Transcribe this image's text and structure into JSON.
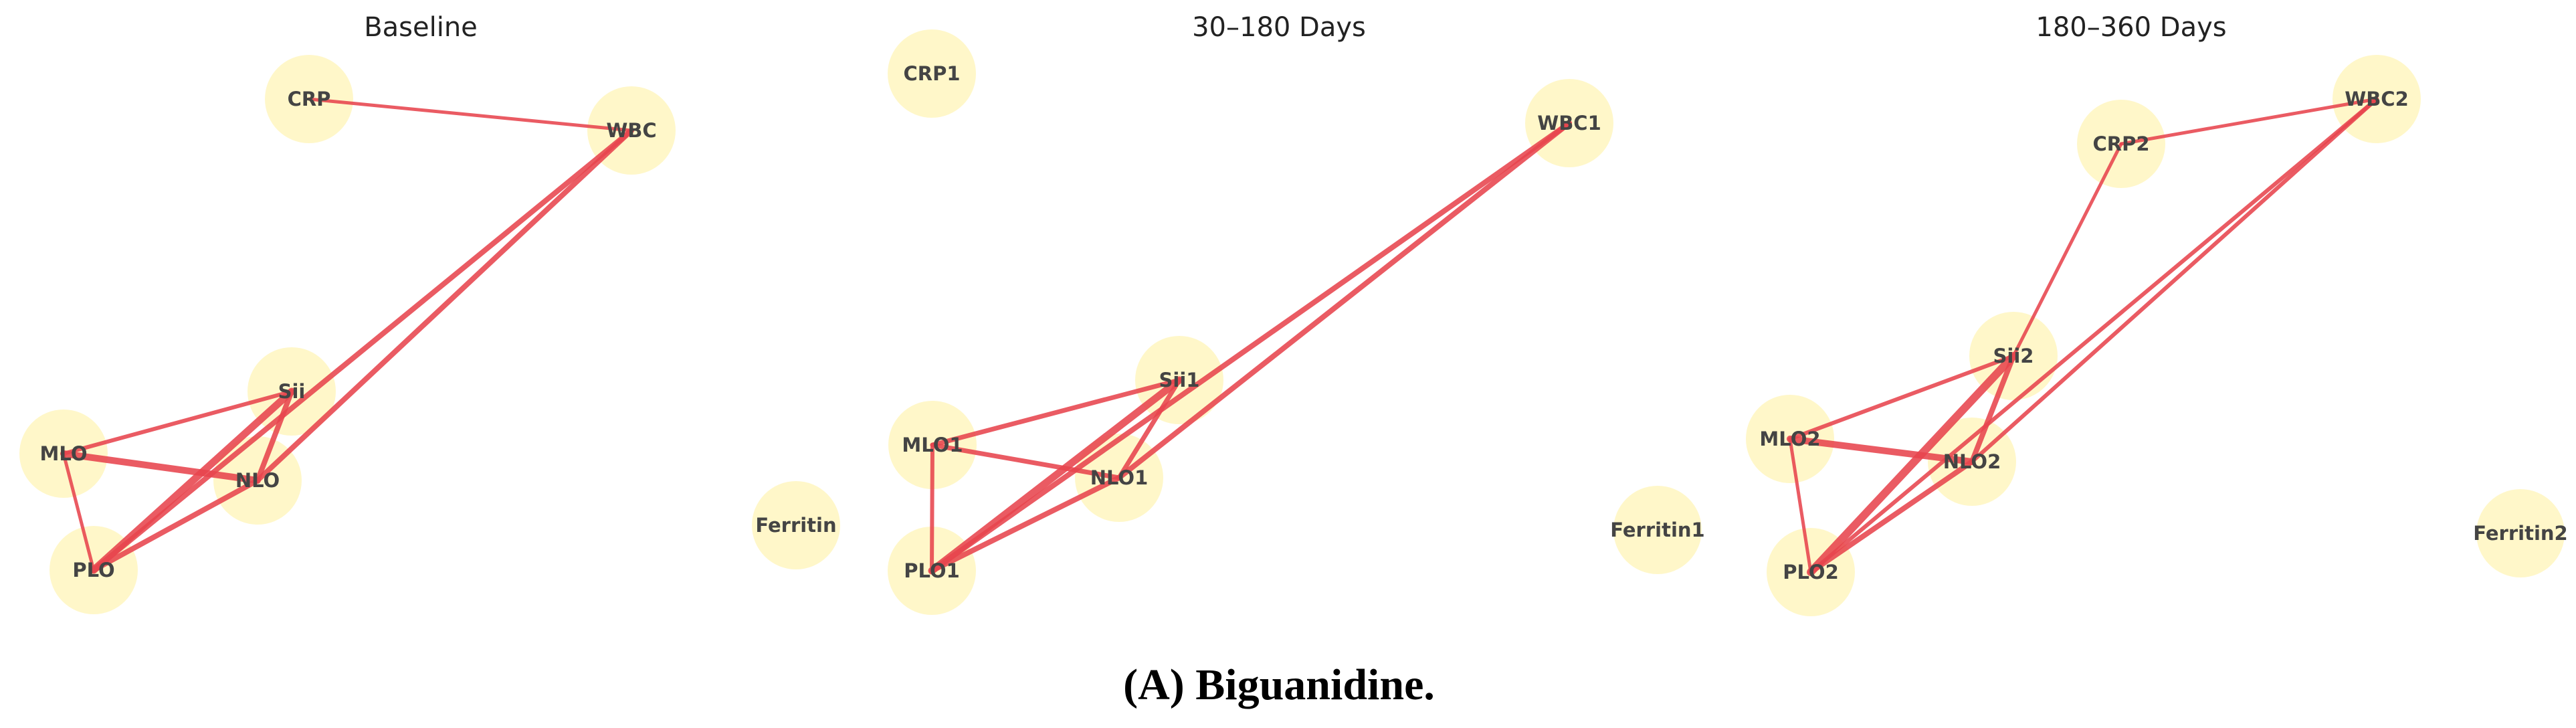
{
  "caption": "(A) Biguanidine.",
  "colors": {
    "node_fill": "#fff7c9",
    "edge": "#e8454e",
    "label": "#444444"
  },
  "panels": [
    {
      "title": "Baseline",
      "nodes": [
        "CRP",
        "WBC",
        "Sii",
        "MLO",
        "NLO",
        "PLO",
        "Ferritin"
      ],
      "edges": [
        [
          "CRP",
          "WBC"
        ],
        [
          "WBC",
          "PLO"
        ],
        [
          "WBC",
          "NLO"
        ],
        [
          "MLO",
          "Sii"
        ],
        [
          "MLO",
          "NLO"
        ],
        [
          "MLO",
          "PLO"
        ],
        [
          "Sii",
          "PLO"
        ],
        [
          "Sii",
          "NLO"
        ],
        [
          "NLO",
          "PLO"
        ]
      ]
    },
    {
      "title": "30–180 Days",
      "nodes": [
        "CRP1",
        "WBC1",
        "Sii1",
        "MLO1",
        "NLO1",
        "PLO1",
        "Ferritin1"
      ],
      "edges": [
        [
          "WBC1",
          "PLO1"
        ],
        [
          "WBC1",
          "NLO1"
        ],
        [
          "MLO1",
          "Sii1"
        ],
        [
          "MLO1",
          "NLO1"
        ],
        [
          "MLO1",
          "PLO1"
        ],
        [
          "Sii1",
          "PLO1"
        ],
        [
          "Sii1",
          "NLO1"
        ],
        [
          "NLO1",
          "PLO1"
        ]
      ]
    },
    {
      "title": "180–360 Days",
      "nodes": [
        "CRP2",
        "WBC2",
        "Sii2",
        "MLO2",
        "NLO2",
        "PLO2",
        "Ferritin2"
      ],
      "edges": [
        [
          "CRP2",
          "WBC2"
        ],
        [
          "CRP2",
          "Sii2"
        ],
        [
          "WBC2",
          "PLO2"
        ],
        [
          "WBC2",
          "NLO2"
        ],
        [
          "MLO2",
          "Sii2"
        ],
        [
          "MLO2",
          "NLO2"
        ],
        [
          "MLO2",
          "PLO2"
        ],
        [
          "Sii2",
          "PLO2"
        ],
        [
          "Sii2",
          "NLO2"
        ],
        [
          "NLO2",
          "PLO2"
        ]
      ]
    }
  ]
}
